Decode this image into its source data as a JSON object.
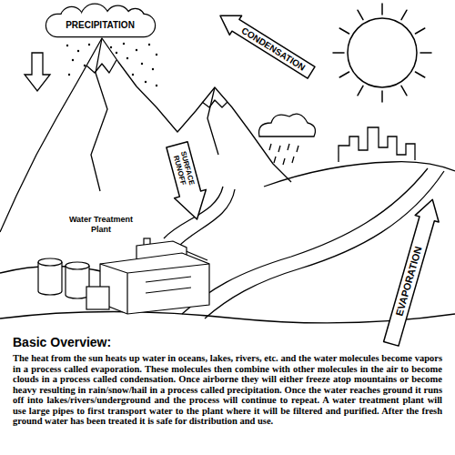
{
  "diagram": {
    "nodes": [
      {
        "text": [
          "PRECIPITATION"
        ]
      },
      {
        "text": [
          "CONDENSATION"
        ]
      },
      {
        "text": [
          "SURFACE RUNOFF"
        ]
      },
      {
        "text": [
          "EVAPORATION"
        ]
      }
    ],
    "labels": [
      "Water Treatment Plant",
      "Basic Overview:",
      "The heat from the sun heats up water in oceans, lakes, rivers, etc. and the water molecules become vapors in a process called evaporation. These molecules then combine with other molecules in the air to become clouds in a process called condensation. Once airborne they will either freeze atop mountains or become heavy resulting in rain/snow/hail in a process called precipitation. Once the water reaches ground it runs off into lakes/rivers/underground and the process will continue to repeat. A water treatment plant will use large pipes to first transport water to the plant where it will be filtered and purified. After the fresh ground water has been treated it is safe for distribution and use."
    ]
  }
}
